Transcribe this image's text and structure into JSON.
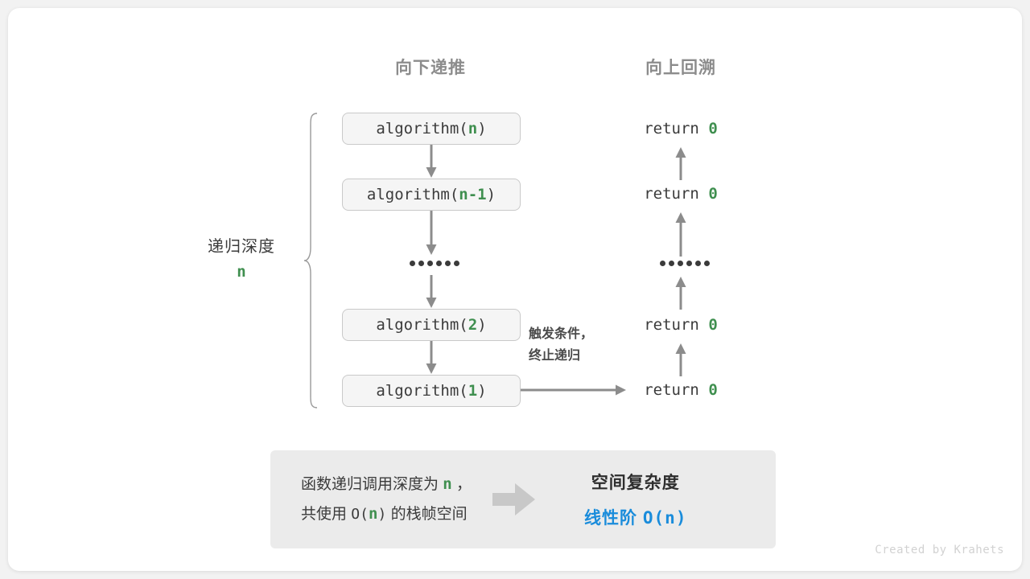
{
  "page": {
    "background": "#f2f2f2",
    "card_background": "#ffffff",
    "accent_green": "#3f8f4f",
    "accent_blue": "#1a8cdb",
    "arrow_gray": "#8c8c8c",
    "watermark": "Created by Krahets"
  },
  "columns": {
    "left_header": "向下递推",
    "right_header": "向上回溯"
  },
  "depth": {
    "label": "递归深度",
    "value": "n"
  },
  "calls": [
    {
      "prefix": "algorithm(",
      "arg": "n",
      "suffix": ")"
    },
    {
      "prefix": "algorithm(",
      "arg": "n-1",
      "suffix": ")"
    },
    {
      "prefix": "algorithm(",
      "arg": "2",
      "suffix": ")"
    },
    {
      "prefix": "algorithm(",
      "arg": "1",
      "suffix": ")"
    }
  ],
  "returns": [
    {
      "keyword": "return",
      "value": "0"
    },
    {
      "keyword": "return",
      "value": "0"
    },
    {
      "keyword": "return",
      "value": "0"
    },
    {
      "keyword": "return",
      "value": "0"
    }
  ],
  "ellipsis": {
    "dot_count": 6
  },
  "note": {
    "line1": "触发条件，",
    "line2": "终止递归"
  },
  "summary": {
    "left_line1_a": "函数递归调用深度为",
    "left_line1_var": "n",
    "left_line1_b": "，",
    "left_line2_a": "共使用",
    "left_line2_o": "O(",
    "left_line2_var": "n",
    "left_line2_c": ")",
    "left_line2_b": "的栈帧空间",
    "right_title": "空间复杂度",
    "right_value_text": "线性阶",
    "right_value_mono": "O(n)"
  }
}
